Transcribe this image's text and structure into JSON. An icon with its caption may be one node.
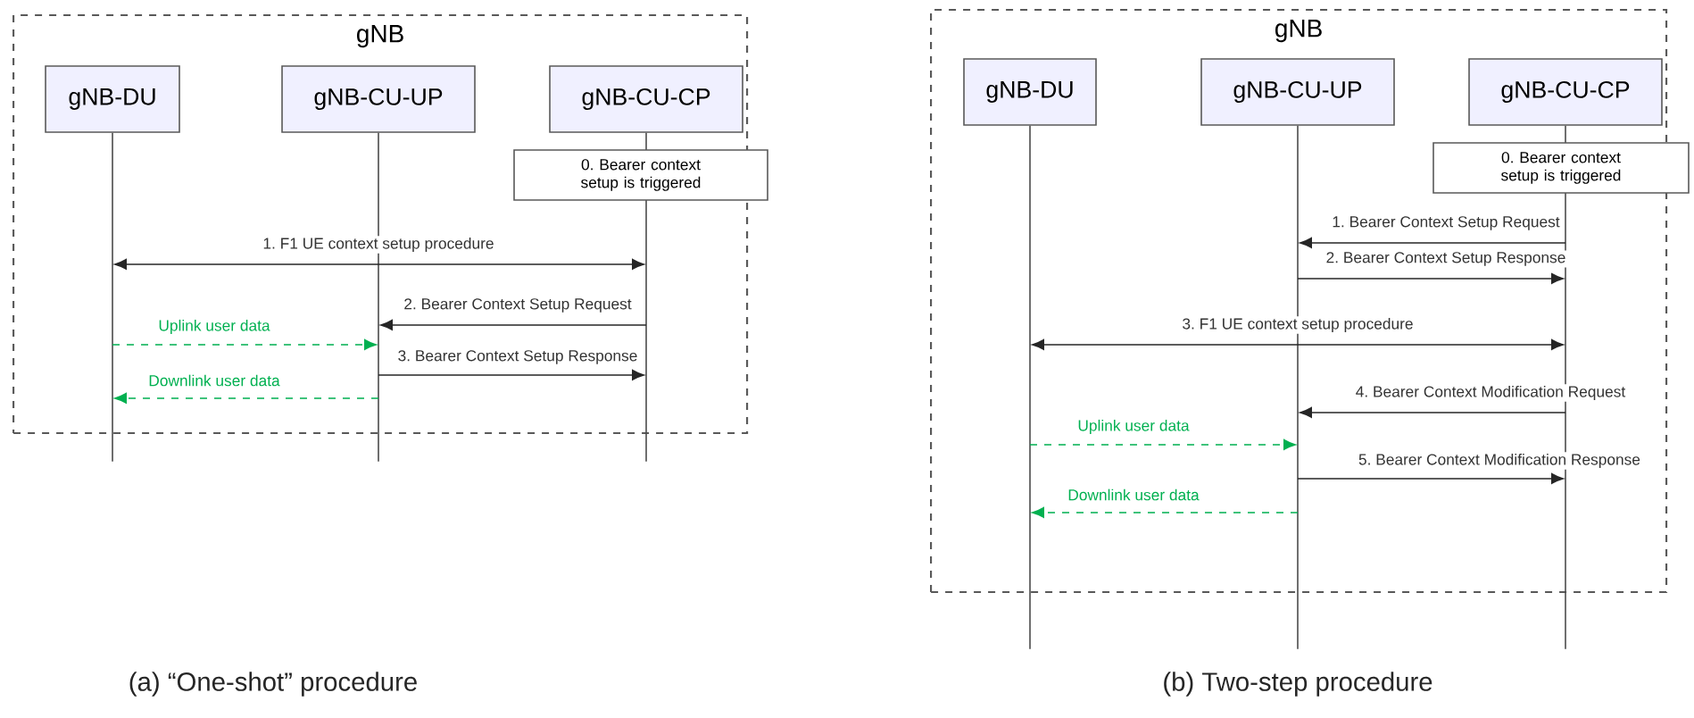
{
  "diagram": {
    "nodes": [
      {
        "text": [
          "gNB"
        ]
      },
      {
        "text": [
          "gNB-DU"
        ],
        "in": 0
      },
      {
        "text": [
          "gNB-CU-UP"
        ],
        "in": 0
      },
      {
        "text": [
          "gNB-CU-CP"
        ],
        "in": 0
      },
      {
        "text": [
          "0. Bearer context setup is triggered"
        ]
      },
      {
        "text": [],
        "shape": "line"
      },
      {
        "text": [],
        "shape": "line"
      },
      {
        "text": [],
        "shape": "line"
      },
      {
        "text": [
          "gNB"
        ]
      },
      {
        "text": [
          "gNB-DU"
        ],
        "in": 8
      },
      {
        "text": [
          "gNB-CU-UP"
        ],
        "in": 8
      },
      {
        "text": [
          "gNB-CU-CP"
        ],
        "in": 8
      },
      {
        "text": [
          "0. Bearer context setup is triggered"
        ]
      },
      {
        "text": [],
        "shape": "line"
      },
      {
        "text": [],
        "shape": "line"
      },
      {
        "text": [],
        "shape": "line"
      }
    ],
    "edges": [
      {
        "from": 5,
        "to": 7,
        "arrow": "both",
        "label": "1. F1 UE context setup procedure"
      },
      {
        "from": 7,
        "to": 6,
        "arrow": "to",
        "label": "2. Bearer Context Setup Request"
      },
      {
        "from": 5,
        "to": 6,
        "arrow": "to",
        "label": "Uplink user data",
        "style": "dashed",
        "color": "#00b050"
      },
      {
        "from": 6,
        "to": 7,
        "arrow": "to",
        "label": "3. Bearer Context Setup Response"
      },
      {
        "from": 6,
        "to": 5,
        "arrow": "to",
        "label": "Downlink user data",
        "style": "dashed",
        "color": "#00b050"
      },
      {
        "from": 15,
        "to": 14,
        "arrow": "to",
        "label": "1. Bearer Context Setup Request"
      },
      {
        "from": 14,
        "to": 15,
        "arrow": "to",
        "label": "2. Bearer Context Setup Response"
      },
      {
        "from": 13,
        "to": 15,
        "arrow": "both",
        "label": "3. F1 UE context setup procedure"
      },
      {
        "from": 15,
        "to": 14,
        "arrow": "to",
        "label": "4. Bearer Context Modification Request"
      },
      {
        "from": 13,
        "to": 14,
        "arrow": "to",
        "label": "Uplink user data",
        "style": "dashed",
        "color": "#00b050"
      },
      {
        "from": 14,
        "to": 15,
        "arrow": "to",
        "label": "5. Bearer Context Modification Response"
      },
      {
        "from": 14,
        "to": 13,
        "arrow": "to",
        "label": "Downlink user data",
        "style": "dashed",
        "color": "#00b050"
      }
    ],
    "labels": [
      "(a) “One-shot” procedure",
      "(b) Two-step procedure"
    ]
  }
}
